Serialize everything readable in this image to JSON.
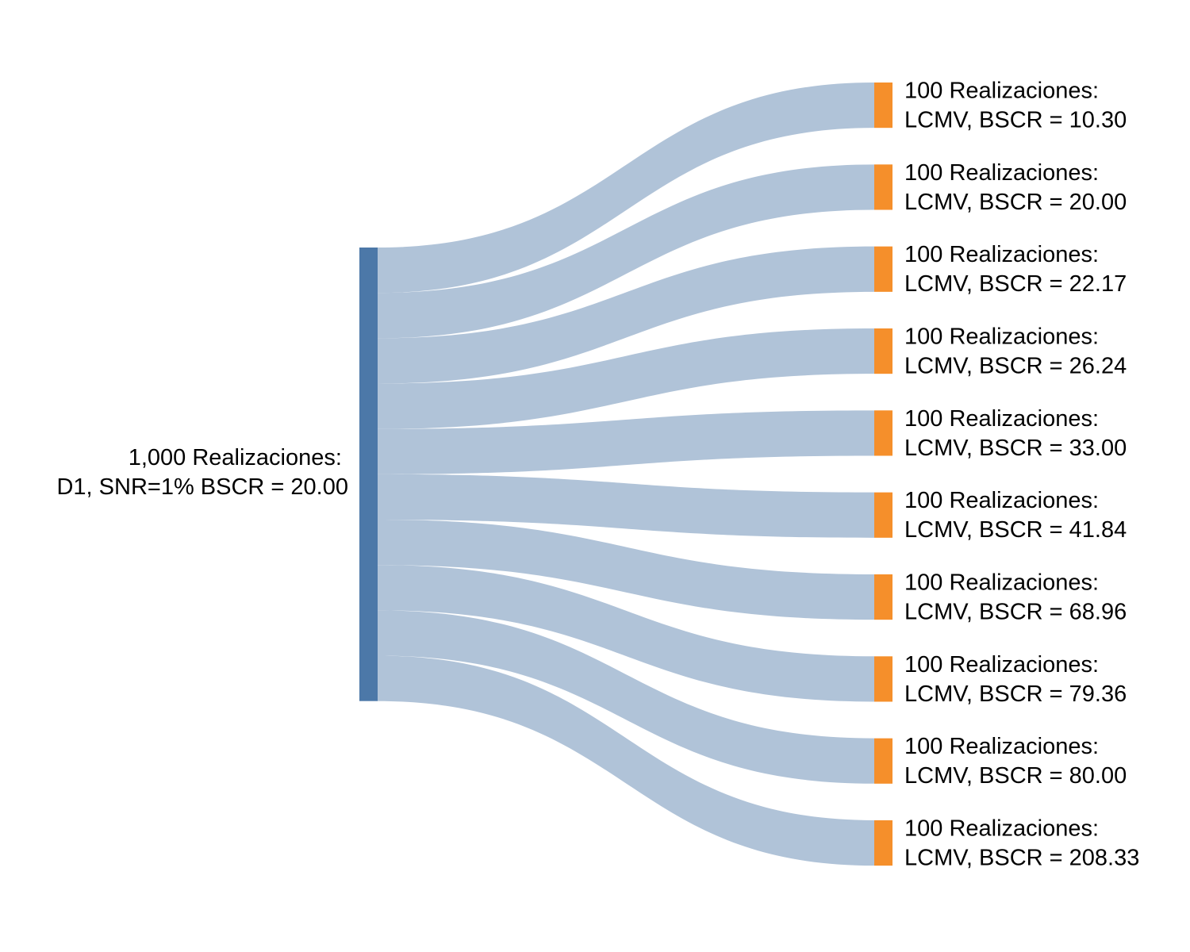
{
  "diagram": {
    "type": "sankey",
    "colors": {
      "source_node": "#4c78a8",
      "target_node": "#f58f2b",
      "link": "#b0c3d8"
    },
    "source": {
      "line1": "1,000 Realizaciones:",
      "line2": "D1, SNR=1% BSCR = 20.00",
      "value": 1000
    },
    "targets": [
      {
        "line1": "100 Realizaciones:",
        "line2": "LCMV, BSCR = 10.30",
        "value": 100
      },
      {
        "line1": "100 Realizaciones:",
        "line2": "LCMV, BSCR = 20.00",
        "value": 100
      },
      {
        "line1": "100 Realizaciones:",
        "line2": "LCMV, BSCR = 22.17",
        "value": 100
      },
      {
        "line1": "100 Realizaciones:",
        "line2": "LCMV, BSCR = 26.24",
        "value": 100
      },
      {
        "line1": "100 Realizaciones:",
        "line2": "LCMV, BSCR = 33.00",
        "value": 100
      },
      {
        "line1": "100 Realizaciones:",
        "line2": "LCMV, BSCR = 41.84",
        "value": 100
      },
      {
        "line1": "100 Realizaciones:",
        "line2": "LCMV, BSCR = 68.96",
        "value": 100
      },
      {
        "line1": "100 Realizaciones:",
        "line2": "LCMV, BSCR = 79.36",
        "value": 100
      },
      {
        "line1": "100 Realizaciones:",
        "line2": "LCMV, BSCR = 80.00",
        "value": 100
      },
      {
        "line1": "100 Realizaciones:",
        "line2": "LCMV, BSCR = 208.33",
        "value": 100
      }
    ]
  }
}
